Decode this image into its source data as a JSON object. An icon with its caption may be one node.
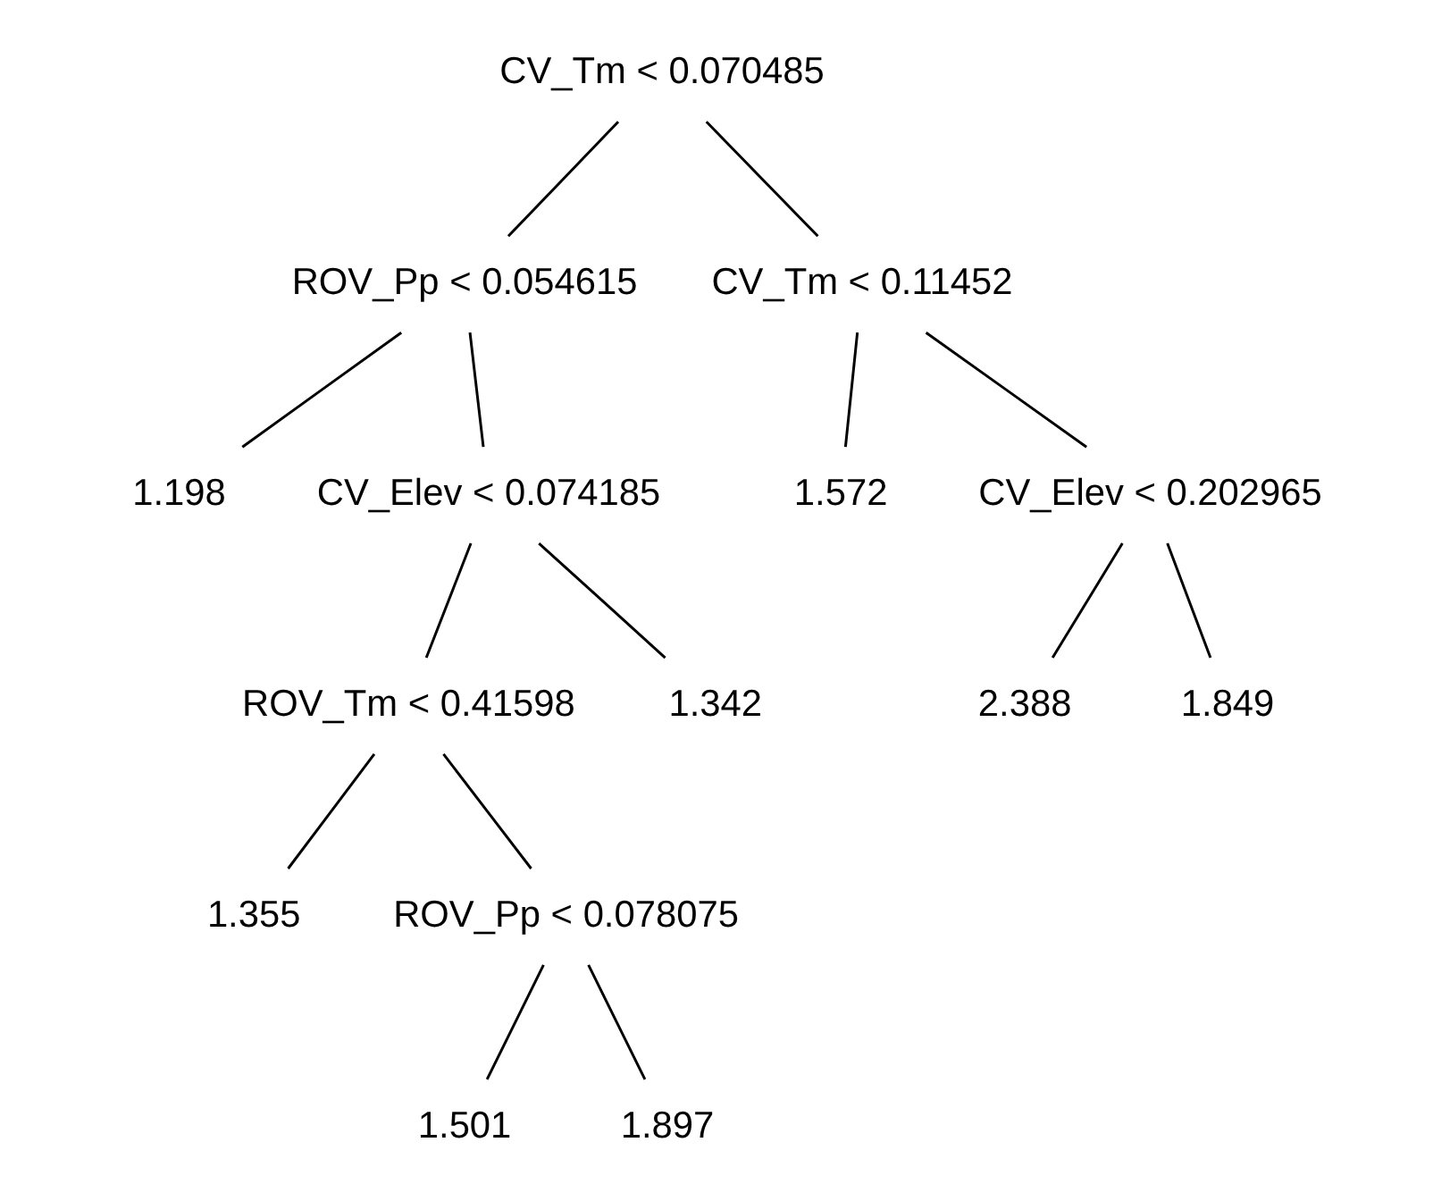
{
  "diagram": {
    "nodes": [
      {
        "text": [
          "CV_Tm < 0.070485"
        ]
      },
      {
        "text": [
          "ROV_Pp < 0.054615"
        ]
      },
      {
        "text": [
          "CV_Tm < 0.11452"
        ]
      },
      {
        "text": [
          "1.572"
        ]
      },
      {
        "text": [
          "CV_Elev < 0.202965"
        ]
      },
      {
        "text": [
          "CV_Elev < 0.074185"
        ]
      },
      {
        "text": [
          "1.198"
        ]
      },
      {
        "text": [
          "2.388"
        ]
      },
      {
        "text": [
          "1.849"
        ]
      },
      {
        "text": [
          "ROV_Tm < 0.41598"
        ]
      },
      {
        "text": [
          "1.342"
        ]
      },
      {
        "text": [
          "1.355"
        ]
      },
      {
        "text": [
          "ROV_Pp < 0.078075"
        ]
      },
      {
        "text": [
          "1.501"
        ]
      },
      {
        "text": [
          "1.897"
        ]
      }
    ],
    "edges": [
      {
        "from": 0,
        "to": 1,
        "arrow": "none"
      },
      {
        "from": 0,
        "to": 2,
        "arrow": "none"
      },
      {
        "from": 1,
        "to": 6,
        "arrow": "none"
      },
      {
        "from": 1,
        "to": 5,
        "arrow": "none"
      },
      {
        "from": 2,
        "to": 3,
        "arrow": "none"
      },
      {
        "from": 2,
        "to": 4,
        "arrow": "none"
      },
      {
        "from": 4,
        "to": 7,
        "arrow": "none"
      },
      {
        "from": 4,
        "to": 8,
        "arrow": "none"
      },
      {
        "from": 5,
        "to": 9,
        "arrow": "none"
      },
      {
        "from": 5,
        "to": 10,
        "arrow": "none"
      },
      {
        "from": 9,
        "to": 11,
        "arrow": "none"
      },
      {
        "from": 9,
        "to": 12,
        "arrow": "none"
      },
      {
        "from": 12,
        "to": 13,
        "arrow": "none"
      },
      {
        "from": 12,
        "to": 14,
        "arrow": "none"
      }
    ]
  }
}
